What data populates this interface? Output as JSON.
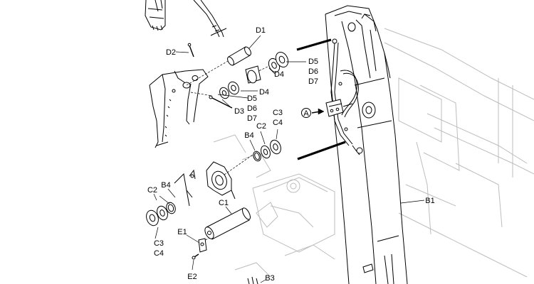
{
  "diagram": {
    "labels": [
      {
        "id": "d1",
        "text": "D1"
      },
      {
        "id": "d2",
        "text": "D2"
      },
      {
        "id": "d5a",
        "text": "D5"
      },
      {
        "id": "d6a",
        "text": "D6"
      },
      {
        "id": "d7a",
        "text": "D7"
      },
      {
        "id": "d4a",
        "text": "D4"
      },
      {
        "id": "d5b",
        "text": "D5"
      },
      {
        "id": "d4b",
        "text": "D4"
      },
      {
        "id": "d6b",
        "text": "D6"
      },
      {
        "id": "d3",
        "text": "D3"
      },
      {
        "id": "d7b",
        "text": "D7"
      },
      {
        "id": "c3a",
        "text": "C3"
      },
      {
        "id": "c4a",
        "text": "C4"
      },
      {
        "id": "c2a",
        "text": "C2"
      },
      {
        "id": "b4a",
        "text": "B4"
      },
      {
        "id": "c2b",
        "text": "C2"
      },
      {
        "id": "b4b",
        "text": "B4"
      },
      {
        "id": "c1",
        "text": "C1"
      },
      {
        "id": "c3b",
        "text": "C3"
      },
      {
        "id": "c4b",
        "text": "C4"
      },
      {
        "id": "e1",
        "text": "E1"
      },
      {
        "id": "e2",
        "text": "E2"
      },
      {
        "id": "b3",
        "text": "B3"
      },
      {
        "id": "b1",
        "text": "B1"
      }
    ],
    "callout": "A"
  }
}
